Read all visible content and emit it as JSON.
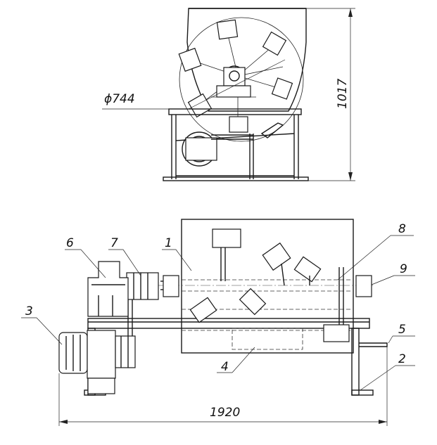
{
  "dimensions": {
    "diameter": "ϕ744",
    "height": "1017",
    "length": "1920"
  },
  "callouts": [
    "1",
    "2",
    "3",
    "4",
    "5",
    "6",
    "7",
    "8",
    "9"
  ]
}
